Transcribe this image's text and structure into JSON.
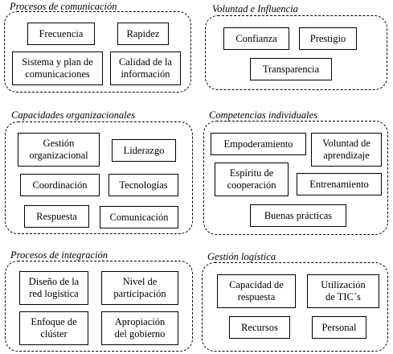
{
  "groups": [
    {
      "title": "Procesos de comunicación",
      "items": [
        "Frecuencia",
        "Rapidez",
        "Sistema y plan de\ncomunicaciones",
        "Calidad de la\ninformación"
      ]
    },
    {
      "title": "Voluntad e Influencia",
      "items": [
        "Confianza",
        "Prestigio",
        "Transparencia"
      ]
    },
    {
      "title": "Capacidades organizacionales",
      "items": [
        "Gestión\norganizacional",
        "Liderazgo",
        "Coordinación",
        "Tecnologías",
        "Respuesta",
        "Comunicación"
      ]
    },
    {
      "title": "Competencias individuales",
      "items": [
        "Empoderamiento",
        "Voluntad de\naprendizaje",
        "Espíritu de\ncooperación",
        "Entrenamiento",
        "Buenas prácticas"
      ]
    },
    {
      "title": "Procesos de integración",
      "items": [
        "Diseño de la\nred logística",
        "Nivel de\nparticipación",
        "Enfoque de\nclúster",
        "Apropiación\ndel gobierno"
      ]
    },
    {
      "title": "Gestión logística",
      "items": [
        "Capacidad de\nrespuesta",
        "Utilización\nde TIC´s",
        "Recursos",
        "Personal"
      ]
    }
  ]
}
